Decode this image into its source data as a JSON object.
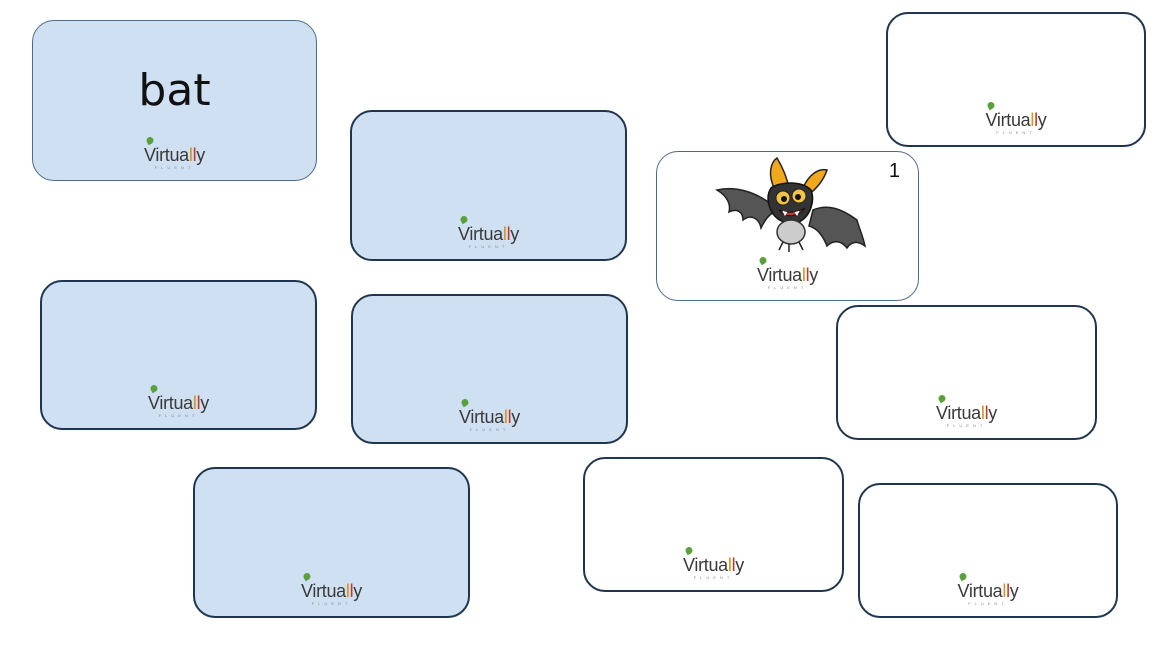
{
  "logo": {
    "text_a": "Virtua",
    "text_l1": "l",
    "text_l2": "l",
    "text_b": "y",
    "subtext": "FLUENT"
  },
  "cards": [
    {
      "id": "card-1",
      "state": "revealed",
      "kind": "word",
      "word": "bat"
    },
    {
      "id": "card-2",
      "state": "face-down"
    },
    {
      "id": "card-3",
      "state": "revealed",
      "kind": "picture",
      "picture": "bat-icon",
      "number": "1"
    },
    {
      "id": "card-4",
      "state": "empty"
    },
    {
      "id": "card-5",
      "state": "face-down"
    },
    {
      "id": "card-6",
      "state": "face-down"
    },
    {
      "id": "card-7",
      "state": "empty"
    },
    {
      "id": "card-8",
      "state": "face-down"
    },
    {
      "id": "card-9",
      "state": "empty"
    },
    {
      "id": "card-10",
      "state": "empty"
    }
  ],
  "colors": {
    "face_down": "#cfe0f2",
    "border": "#1f3550",
    "background": "#ffffff"
  }
}
